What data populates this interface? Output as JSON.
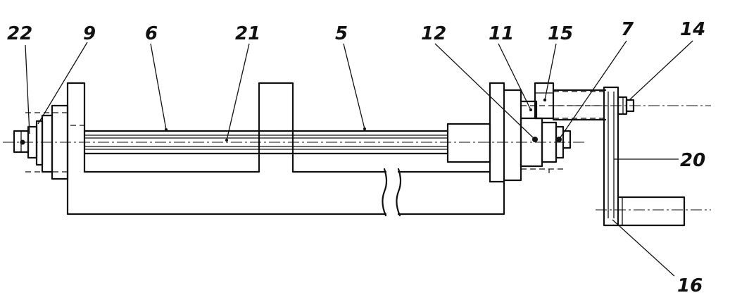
{
  "labels": {
    "l22": "22",
    "l9": "9",
    "l6": "6",
    "l21": "21",
    "l5": "5",
    "l12": "12",
    "l11": "11",
    "l15": "15",
    "l7": "7",
    "l14": "14",
    "l20": "20",
    "l16": "16"
  }
}
